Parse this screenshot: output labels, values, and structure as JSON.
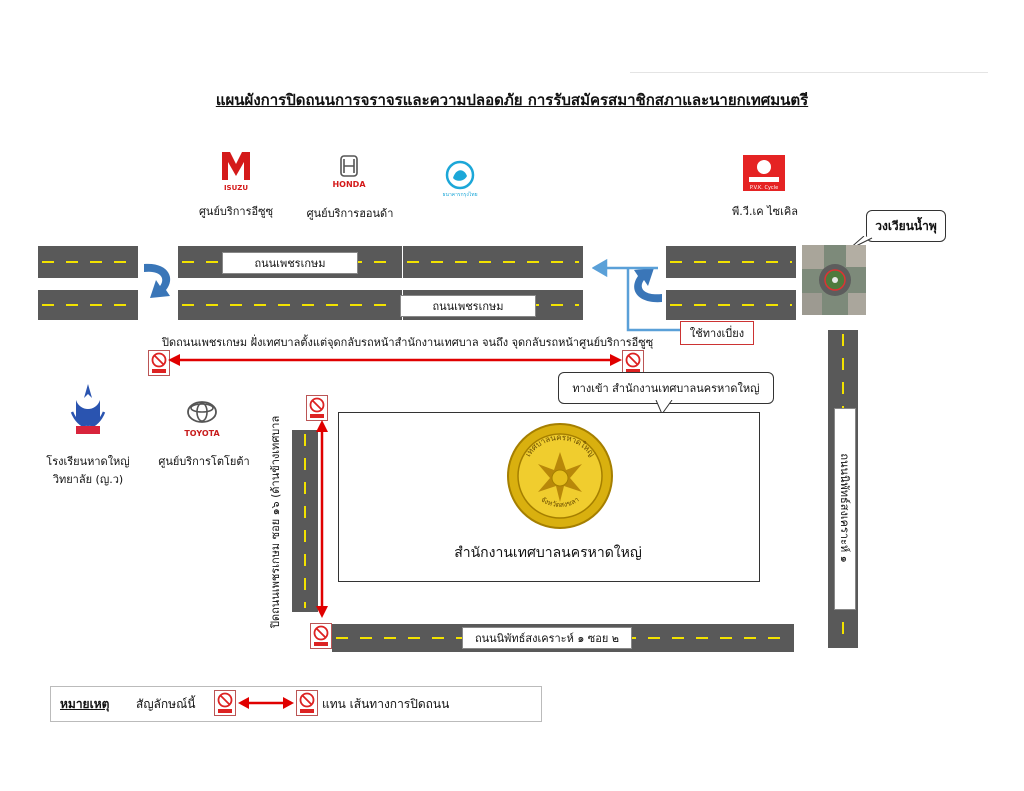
{
  "title": "แผนผังการปิดถนนการจราจรและความปลอดภัย การรับสมัครสมาชิกสภาและนายกเทศมนตรี",
  "logos": {
    "isuzu": {
      "brand": "ISUZU",
      "caption": "ศูนย์บริการอีซูซุ"
    },
    "honda": {
      "brand": "HONDA",
      "caption": "ศูนย์บริการฮอนด้า"
    },
    "bank": {
      "brand": "ธนาคารกรุงไทย"
    },
    "pvk": {
      "brand": "P.V.K. Cycle",
      "caption": "พี.วี.เค ไซเคิล"
    },
    "toyota": {
      "brand": "TOYOTA",
      "caption": "ศูนย์บริการโตโยต้า"
    },
    "school": {
      "caption_line1": "โรงเรียนหาดใหญ่",
      "caption_line2": "วิทยาลัย (ญ.ว)"
    }
  },
  "roads": {
    "petchkasem_upper": "ถนนเพชรเกษม",
    "petchkasem_lower": "ถนนเพชรเกษม",
    "nipat_songkhro_1": "ถนนนิพัทธ์สงเคราะห์ ๑",
    "nipat_songkhro_1_soi_2": "ถนนนิพัทธ์สงเคราะห์ ๑ ซอย ๒",
    "petchkasem_soi_16_closure": "ปิดถนนเพชรเกษม ซอย ๑๖ (ด้านข้างเทศบาล"
  },
  "callouts": {
    "roundabout": "วงเวียนน้ำพุ",
    "detour": "ใช้ทางเบี่ยง",
    "entrance": "ทางเข้า สำนักงานเทศบาลนครหาดใหญ่"
  },
  "closure_text": "ปิดถนนเพชรเกษม ฝั่งเทศบาลตั้งแต่จุดกลับรถหน้าสำนักงานเทศบาล จนถึง จุดกลับรถหน้าศูนย์บริการอีซูซุ",
  "building": {
    "name": "สำนักงานเทศบาลนครหาดใหญ่",
    "seal_top": "เทศบาลนครหาดใหญ่",
    "seal_bottom": "จังหวัดสงขลา"
  },
  "legend": {
    "heading": "หมายเหตุ",
    "symbol_text": "สัญลักษณ์นี้",
    "meaning": "แทน เส้นทางการปิดถนน"
  },
  "colors": {
    "road": "#595959",
    "lane_marking": "#f2e200",
    "closure_arrow": "#e00000",
    "uturn_arrow": "#3a76b8",
    "detour_line": "#5aa0d8"
  }
}
